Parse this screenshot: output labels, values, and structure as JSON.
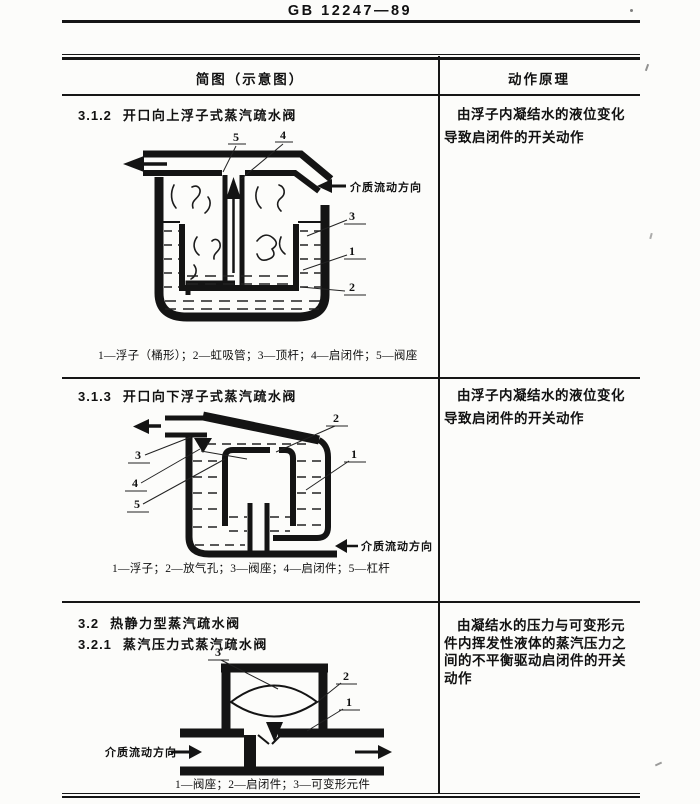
{
  "page": {
    "doc_number": "GB 12247—89"
  },
  "table": {
    "headers": {
      "schematic": "简图（示意图）",
      "principle": "动作原理"
    },
    "rows": [
      {
        "clause": "3.1.2",
        "title": "开口向上浮子式蒸汽疏水阀",
        "principle_lines": [
          "由浮子内凝结水的液位变化",
          "导致启闭件的开关动作"
        ],
        "caption": "1—浮子（桶形）；2—虹吸管；3—顶杆；4—启闭件；5—阀座",
        "flow_label": "介质流动方向",
        "parts": [
          "1",
          "2",
          "3",
          "4",
          "5"
        ]
      },
      {
        "clause": "3.1.3",
        "title": "开口向下浮子式蒸汽疏水阀",
        "principle_lines": [
          "由浮子内凝结水的液位变化",
          "导致启闭件的开关动作"
        ],
        "caption": "1—浮子；2—放气孔；3—阀座；4—启闭件；5—杠杆",
        "flow_label": "介质流动方向",
        "parts": [
          "1",
          "2",
          "3",
          "4",
          "5"
        ]
      },
      {
        "clause": "3.2",
        "title": "热静力型蒸汽疏水阀",
        "subclause": "3.2.1",
        "subtitle": "蒸汽压力式蒸汽疏水阀",
        "principle_lines": [
          "由凝结水的压力与可变形元",
          "件内挥发性液体的蒸汽压力之",
          "间的不平衡驱动启闭件的开关",
          "动作"
        ],
        "caption": "1—阀座；2—启闭件；3—可变形元件",
        "flow_label": "介质流动方向",
        "parts": [
          "1",
          "2",
          "3"
        ]
      }
    ]
  }
}
